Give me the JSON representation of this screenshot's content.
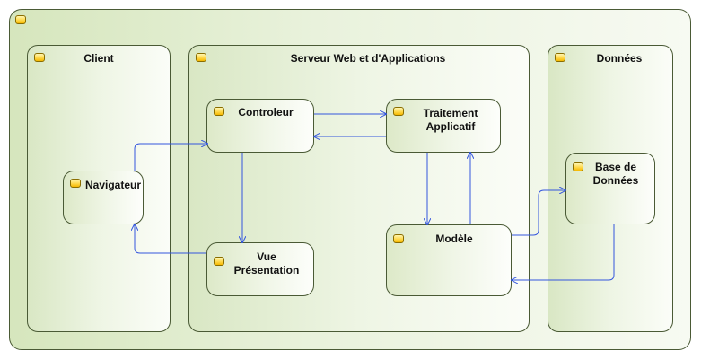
{
  "diagram": {
    "client": {
      "title": "Client"
    },
    "server": {
      "title": "Serveur Web et d'Applications"
    },
    "data_lane": {
      "title": "Données"
    },
    "nodes": {
      "navigateur": "Navigateur",
      "controleur": "Controleur",
      "traitement": "Traitement\nApplicatif",
      "vue": "Vue\nPrésentation",
      "modele": "Modèle",
      "base": "Base de\nDonnées"
    },
    "colors": {
      "connector": "#3355dd",
      "border": "#4a5a35",
      "tag": "#ffd84a"
    }
  }
}
